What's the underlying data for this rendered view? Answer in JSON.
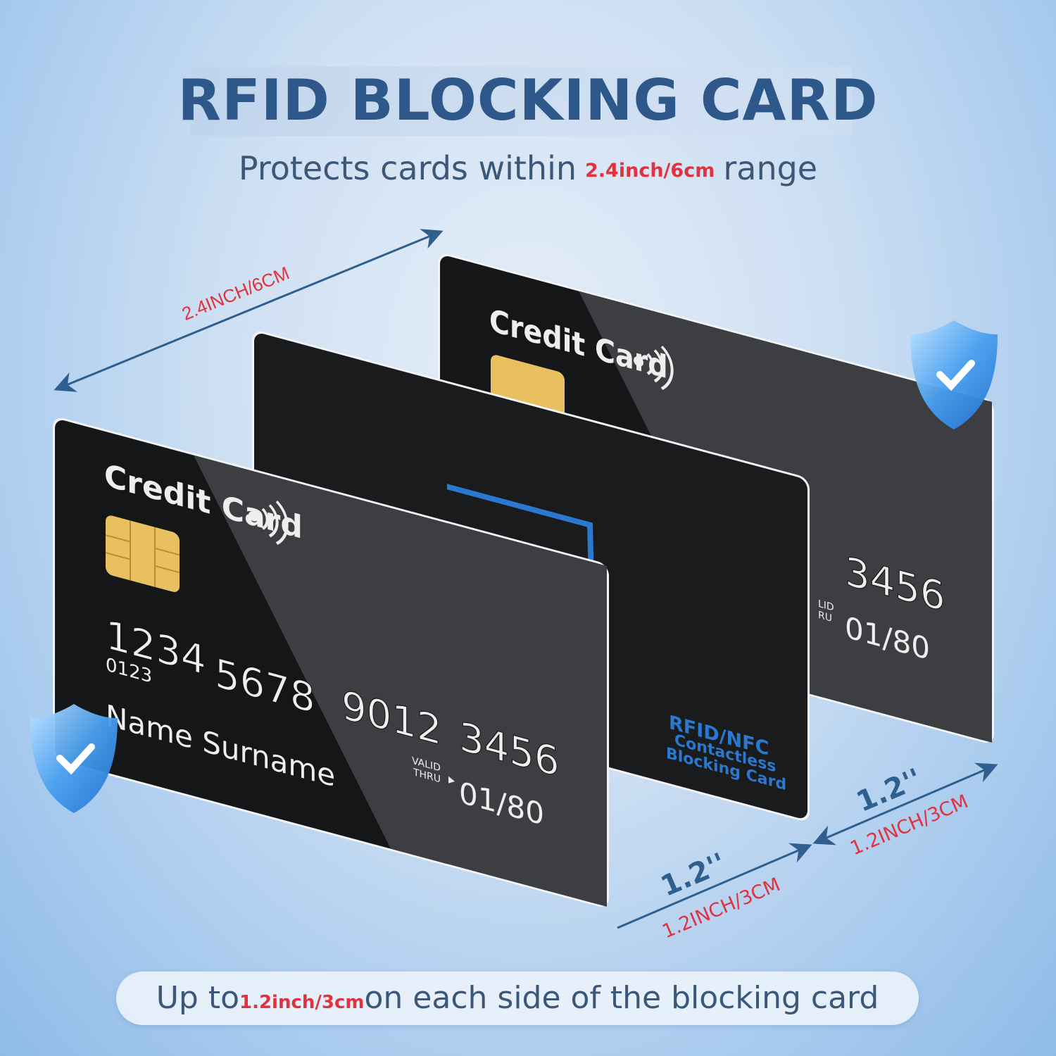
{
  "header": {
    "title": "RFID BLOCKING CARD",
    "subtitle_prefix": "Protects cards within",
    "subtitle_highlight": "2.4inch/6cm",
    "subtitle_suffix": "range"
  },
  "dimensions": {
    "top_label": "2.4INCH/6CM",
    "left_gap_value": "1.2''",
    "left_gap_label": "1.2INCH/3CM",
    "right_gap_value": "1.2''",
    "right_gap_label": "1.2INCH/3CM"
  },
  "front_card": {
    "brand": "Credit Card",
    "number_groups": [
      "1234",
      "5678",
      "9012",
      "3456"
    ],
    "sub_number": "0123",
    "name": "Name Surname",
    "valid_label_1": "VALID",
    "valid_label_2": "THRU",
    "expiry": "01/80"
  },
  "blocking_card": {
    "line1": "RFID/NFC",
    "line2": "Contactless",
    "line3": "Blocking Card"
  },
  "back_card": {
    "brand": "Credit Card",
    "number_last": "3456",
    "valid_label_1": "LID",
    "valid_label_2": "RU",
    "expiry": "01/80"
  },
  "footer": {
    "prefix": "Up to",
    "highlight": "1.2inch/3cm",
    "suffix": "on each side of the blocking card"
  },
  "colors": {
    "title": "#2d5889",
    "highlight_red": "#e1323f",
    "card_black": "#151618",
    "card_gray": "#3c3e42",
    "blocking_text": "#2a78d0",
    "shield": "#4aa0f0"
  },
  "icons": [
    "contactless-icon",
    "chip-icon",
    "shield-check-icon"
  ]
}
